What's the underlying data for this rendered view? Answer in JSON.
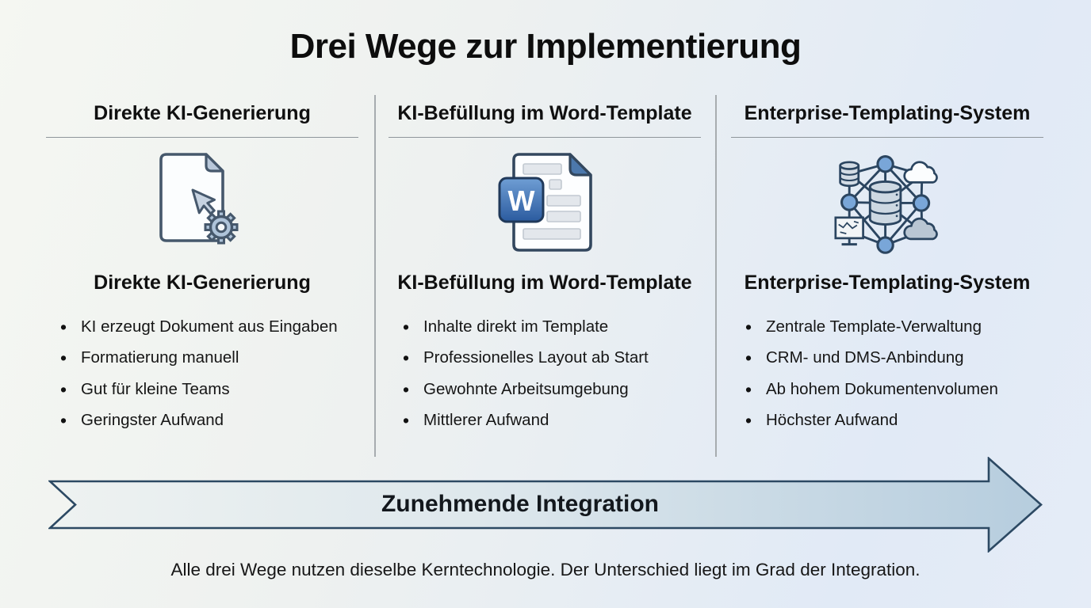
{
  "title": "Drei Wege zur Implementierung",
  "columns": [
    {
      "header": "Direkte KI-Generierung",
      "heading": "Direkte KI-Generierung",
      "icon": "document-ai-cursor-gear-icon",
      "bullets": [
        "KI erzeugt Dokument aus Eingaben",
        "Formatierung manuell",
        "Gut für kleine Teams",
        "Geringster Aufwand"
      ]
    },
    {
      "header": "KI-Befüllung im Word-Template",
      "heading": "KI-Befüllung im Word-Template",
      "icon": "word-template-document-icon",
      "word_badge_letter": "W",
      "bullets": [
        "Inhalte direkt im Template",
        "Professionelles Layout ab Start",
        "Gewohnte Arbeitsumgebung",
        "Mittlerer Aufwand"
      ]
    },
    {
      "header": "Enterprise-Templating-System",
      "heading": "Enterprise-Templating-System",
      "icon": "enterprise-network-icon",
      "bullets": [
        "Zentrale Template-Verwaltung",
        "CRM- und DMS-Anbindung",
        "Ab hohem Dokumentenvolumen",
        "Höchster Aufwand"
      ]
    }
  ],
  "arrow": {
    "label": "Zunehmende Integration"
  },
  "footer": "Alle drei Wege nutzen dieselbe Kerntechnologie. Der Unterschied liegt im Grad der Integration.",
  "colors": {
    "background_left": "#f5f7f2",
    "background_right": "#e1eaf6",
    "outline_navy": "#2c4963",
    "node_blue": "#79a6d8",
    "word_blue": "#2b5b9f",
    "arrow_fill_start": "#eef2f1",
    "arrow_fill_end": "#b6cdde",
    "divider_gray": "#a7acaf",
    "text_dark": "#111111"
  }
}
